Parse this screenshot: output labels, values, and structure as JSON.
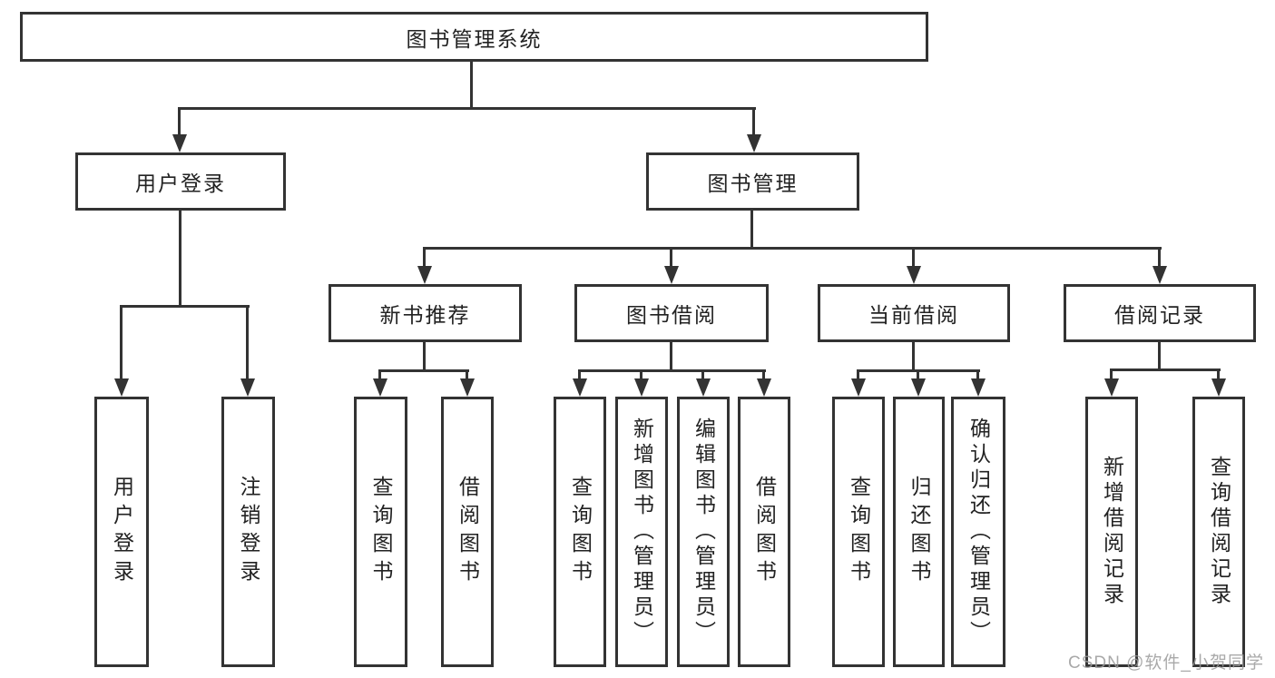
{
  "tree": {
    "root": {
      "label": "图书管理系统",
      "children": [
        {
          "label": "用户登录",
          "children": [
            {
              "label": "用户登录"
            },
            {
              "label": "注销登录"
            }
          ]
        },
        {
          "label": "图书管理",
          "children": [
            {
              "label": "新书推荐",
              "children": [
                {
                  "label": "查询图书"
                },
                {
                  "label": "借阅图书"
                }
              ]
            },
            {
              "label": "图书借阅",
              "children": [
                {
                  "label": "查询图书"
                },
                {
                  "label": "新增图书（管理员）"
                },
                {
                  "label": "编辑图书（管理员）"
                },
                {
                  "label": "借阅图书"
                }
              ]
            },
            {
              "label": "当前借阅",
              "children": [
                {
                  "label": "查询图书"
                },
                {
                  "label": "归还图书"
                },
                {
                  "label": "确认归还（管理员）"
                }
              ]
            },
            {
              "label": "借阅记录",
              "children": [
                {
                  "label": "新增借阅记录"
                },
                {
                  "label": "查询借阅记录"
                }
              ]
            }
          ]
        }
      ]
    }
  },
  "watermark": {
    "text": "CSDN @软件_小贺同学"
  },
  "colors": {
    "line": "#333333",
    "text": "#222222",
    "background": "#ffffff",
    "watermark": "#9b9b9b"
  }
}
